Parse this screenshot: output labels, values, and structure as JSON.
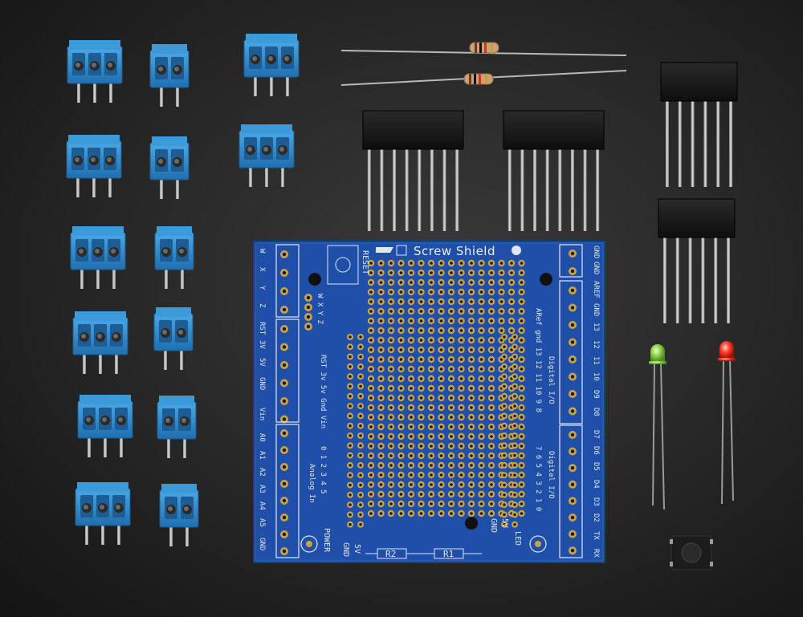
{
  "board": {
    "title": "Screw Shield",
    "reset_label": "RESET",
    "power_label": "POWER",
    "led_label": "LED",
    "gnd_label": "GND",
    "five_v_label": "5V",
    "r1_label": "R1",
    "r2_label": "R2",
    "left_edge_labels": [
      "W",
      "X",
      "Y",
      "Z",
      "RST",
      "3V",
      "5V",
      "GND",
      "Vin",
      "A0",
      "A1",
      "A2",
      "A3",
      "A4",
      "A5",
      "GND"
    ],
    "right_edge_labels": [
      "GND",
      "GND",
      "AREF",
      "GND",
      "13",
      "12",
      "11",
      "10",
      "D9",
      "D8",
      "D7",
      "D6",
      "D5",
      "D4",
      "D3",
      "D2",
      "TX",
      "RX"
    ],
    "inner_wxyz": "W X Y Z",
    "inner_power_top": "RST 3v 5v Gnd Vin",
    "inner_analog_nums": "0 1 2 3 4 5",
    "inner_analog_label": "Analog In",
    "inner_digital_top": "ARef gnd 13 12 11 10 9 8",
    "inner_digital_top_label": "Digital I/O",
    "inner_digital_bottom": "7 6 5 4 3 2 1 0",
    "inner_digital_bottom_label": "Digital I/O"
  },
  "colors": {
    "pcb": "#1f4fa8",
    "terminal_blue": "#2f8fd0",
    "header_black": "#161616"
  }
}
